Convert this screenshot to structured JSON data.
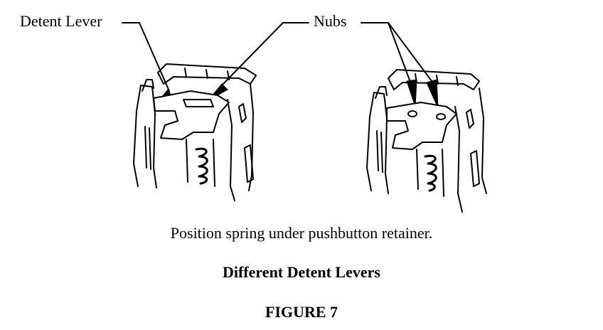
{
  "labels": {
    "detent_lever": "Detent Lever",
    "nubs": "Nubs"
  },
  "captions": {
    "instruction": "Position spring under pushbutton retainer.",
    "title": "Different Detent Levers",
    "figure": "FIGURE 7"
  },
  "colors": {
    "ink": "#000000",
    "paper": "#ffffff"
  }
}
